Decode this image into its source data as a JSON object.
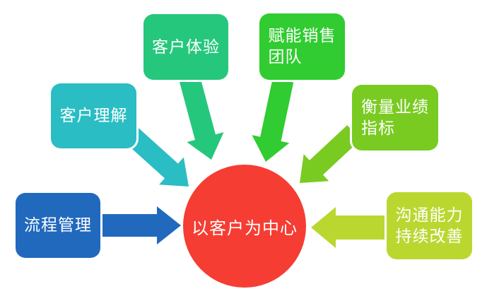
{
  "diagram": {
    "background_color": "#FFFFFF",
    "text_color": "#FFFFFF",
    "center": {
      "label": "以客户为中心",
      "color": "#F53D33"
    },
    "nodes": [
      {
        "id": "process-management",
        "label": "流程管理",
        "lines": [
          "流程管理"
        ],
        "color": "#2169BD",
        "arrow_direction": "right"
      },
      {
        "id": "customer-understanding",
        "label": "客户理解",
        "lines": [
          "客户理解"
        ],
        "color": "#2ABDC3",
        "arrow_direction": "down-right"
      },
      {
        "id": "customer-experience",
        "label": "客户体验",
        "lines": [
          "客户体验"
        ],
        "color": "#25C77C",
        "arrow_direction": "down"
      },
      {
        "id": "empower-sales-team",
        "label": "赋能销售团队",
        "lines": [
          "赋能销售",
          "团队"
        ],
        "color": "#30CC31",
        "arrow_direction": "down-left"
      },
      {
        "id": "measure-performance-metrics",
        "label": "衡量业绩指标",
        "lines": [
          "衡量业绩",
          "指标"
        ],
        "color": "#79CB22",
        "arrow_direction": "down-left"
      },
      {
        "id": "communication-continuous-improvement",
        "label": "沟通能力持续改善",
        "lines": [
          "沟通能力",
          "持续改善"
        ],
        "color": "#BAD730",
        "arrow_direction": "left"
      }
    ]
  }
}
